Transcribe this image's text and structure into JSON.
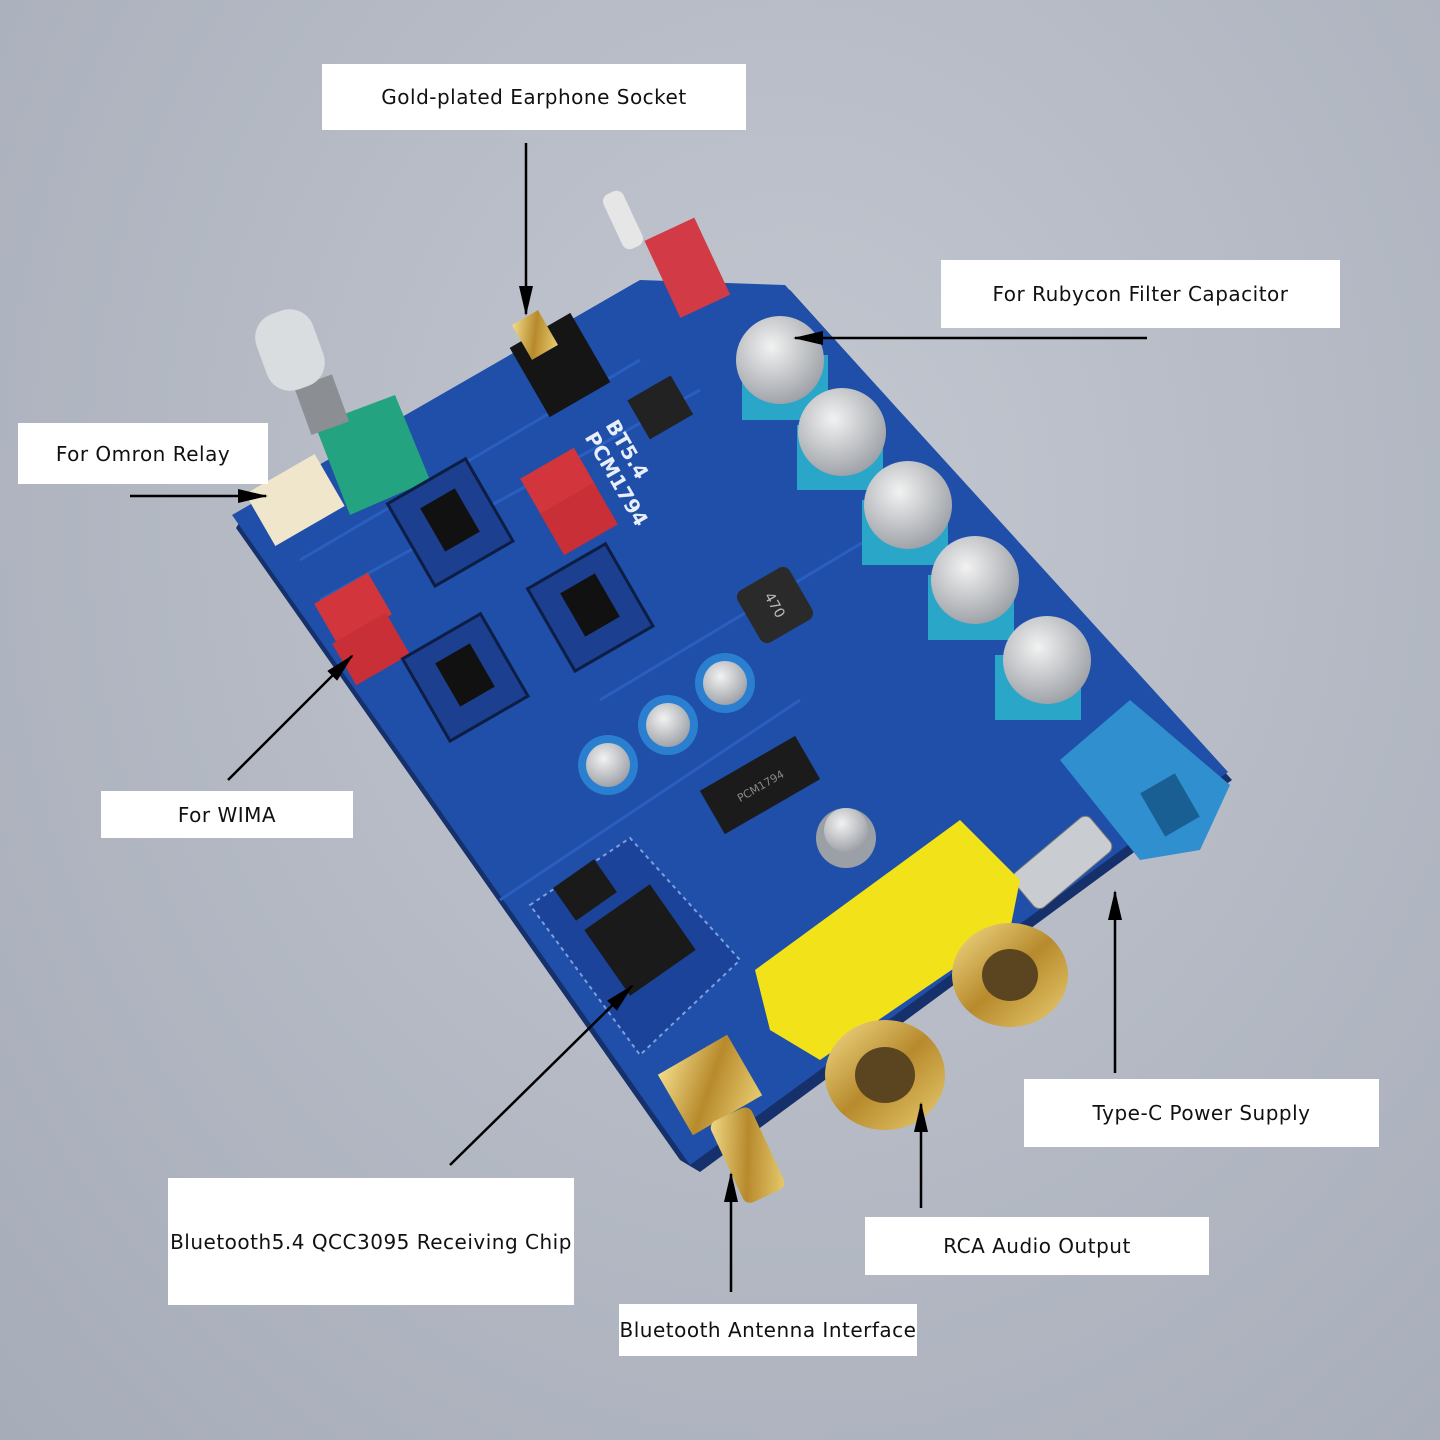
{
  "labels": {
    "earphone": "Gold-plated Earphone Socket",
    "rubycon": "For Rubycon Filter Capacitor",
    "omron": "For Omron Relay",
    "wima": "For WIMA",
    "bt_chip": "Bluetooth5.4 QCC3095 Receiving Chip",
    "antenna": "Bluetooth Antenna Interface",
    "rca": "RCA Audio Output",
    "typec": "Type-C Power Supply"
  },
  "board": {
    "silkscreen_1": "BT5.4",
    "silkscreen_2": "PCM1794",
    "inductor": "470",
    "chip_dac": "PCM1794"
  },
  "colors": {
    "pcb": "#1f4fa8",
    "capacitor_sleeve": "#2aa6c9",
    "rca_yellow": "#f2e21a",
    "dc_jack": "#2f8fcf",
    "wima_red": "#d2363c"
  }
}
